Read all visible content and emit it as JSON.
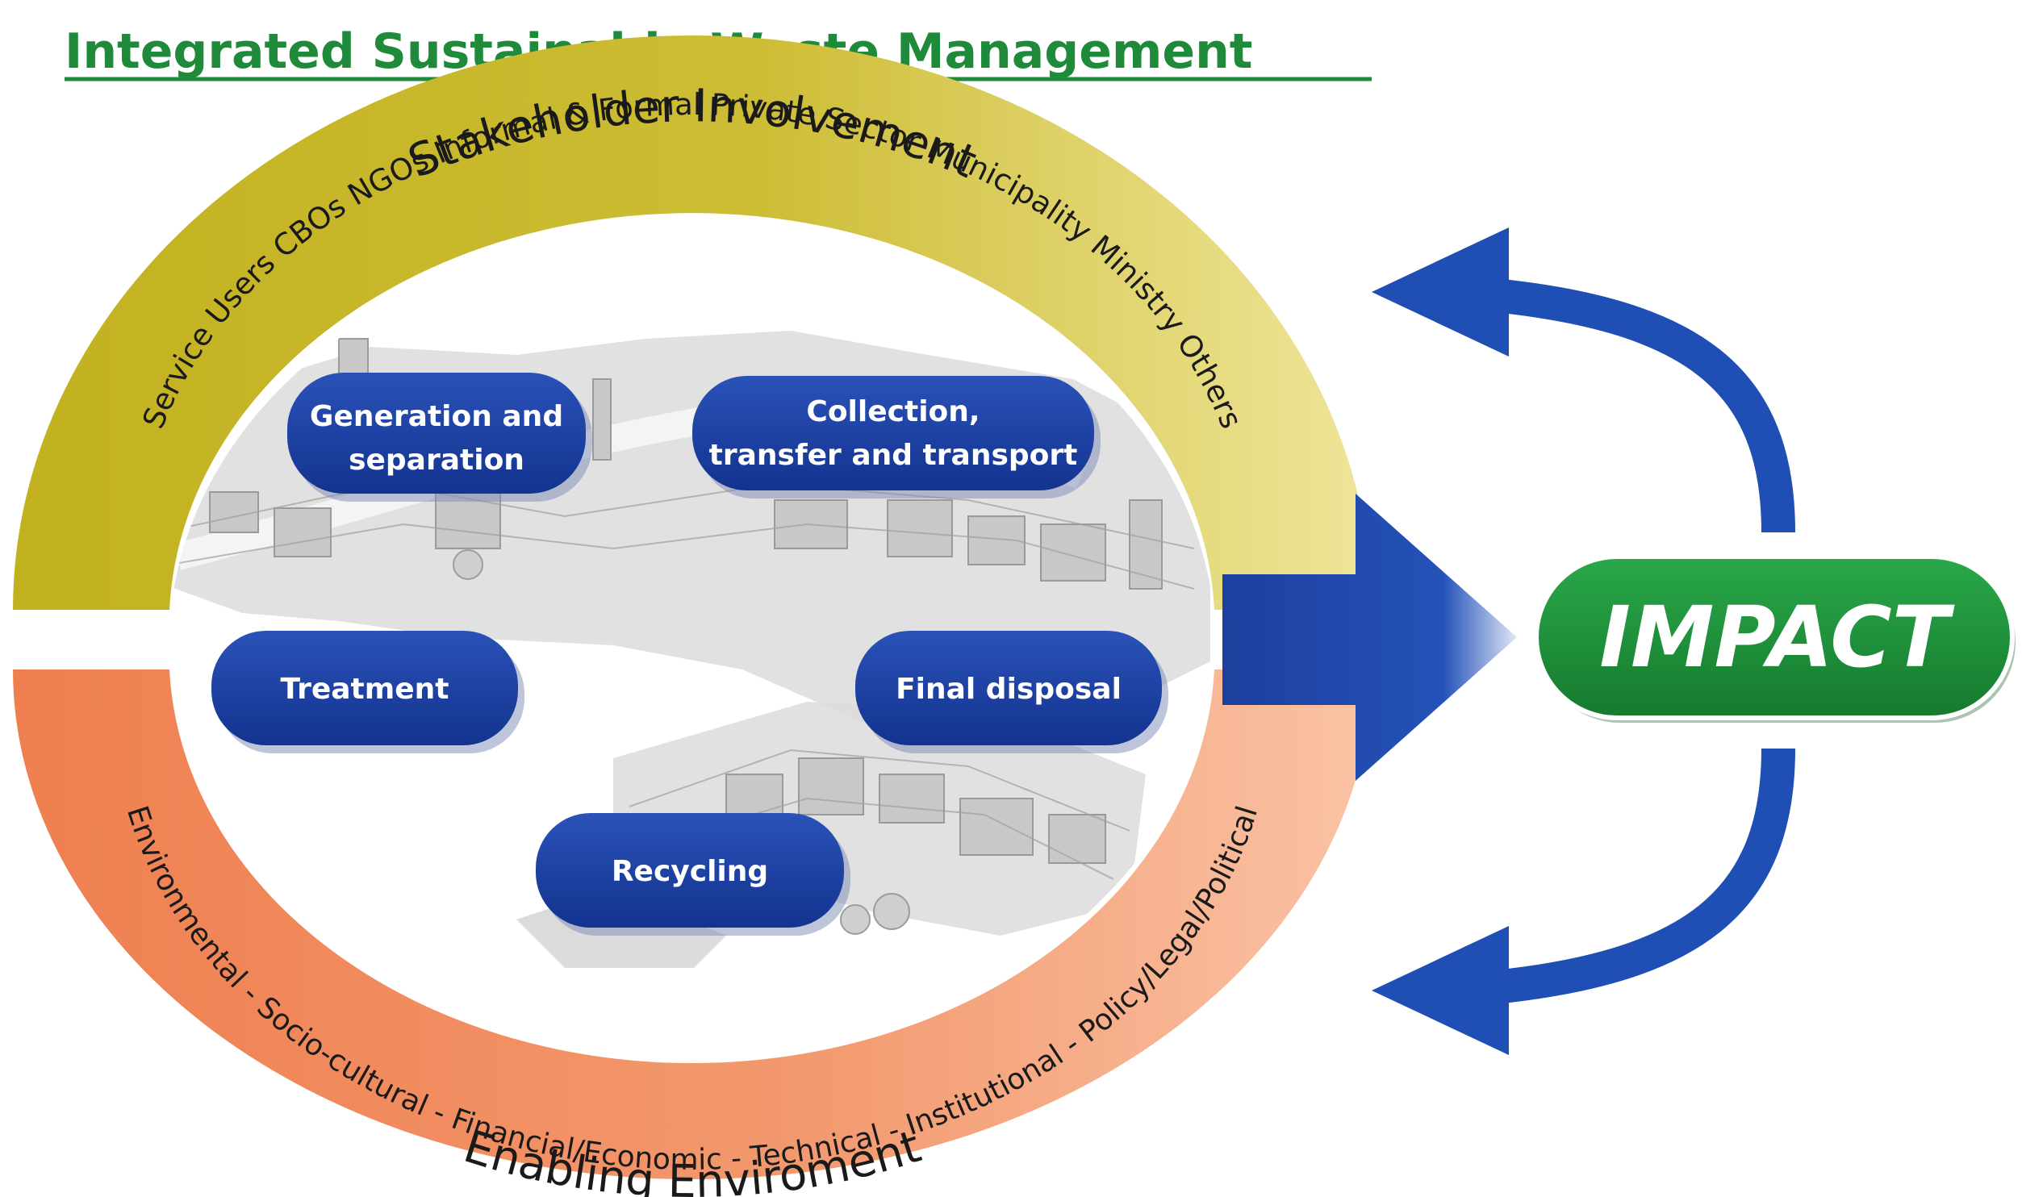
{
  "title": "Integrated Sustainable Waste Management",
  "stakeholder": {
    "heading": "Stakeholder Involvement",
    "actors": "Service Users  CBOs  NGOs  Informal & Formal Private Sector  Municipality  Ministry  Others"
  },
  "enabling": {
    "heading": "Enabling Enviroment",
    "aspects": "Environmental - Socio-cultural - Financial/Economic - Technical - Institutional - Policy/Legal/Political"
  },
  "steps": {
    "generation": [
      "Generation and",
      "separation"
    ],
    "collection": [
      "Collection,",
      "transfer and transport"
    ],
    "treatment": "Treatment",
    "final_disposal": "Final disposal",
    "recycling": "Recycling"
  },
  "impact": "IMPACT",
  "colors": {
    "title_green": "#1e8a3a",
    "stakeholder_band": "#c9b82a",
    "enabling_band": "#f08a5c",
    "step_box": "#1a3fa6",
    "arrow_blue": "#1f4fb5",
    "impact_green": "#1e9a3a"
  }
}
